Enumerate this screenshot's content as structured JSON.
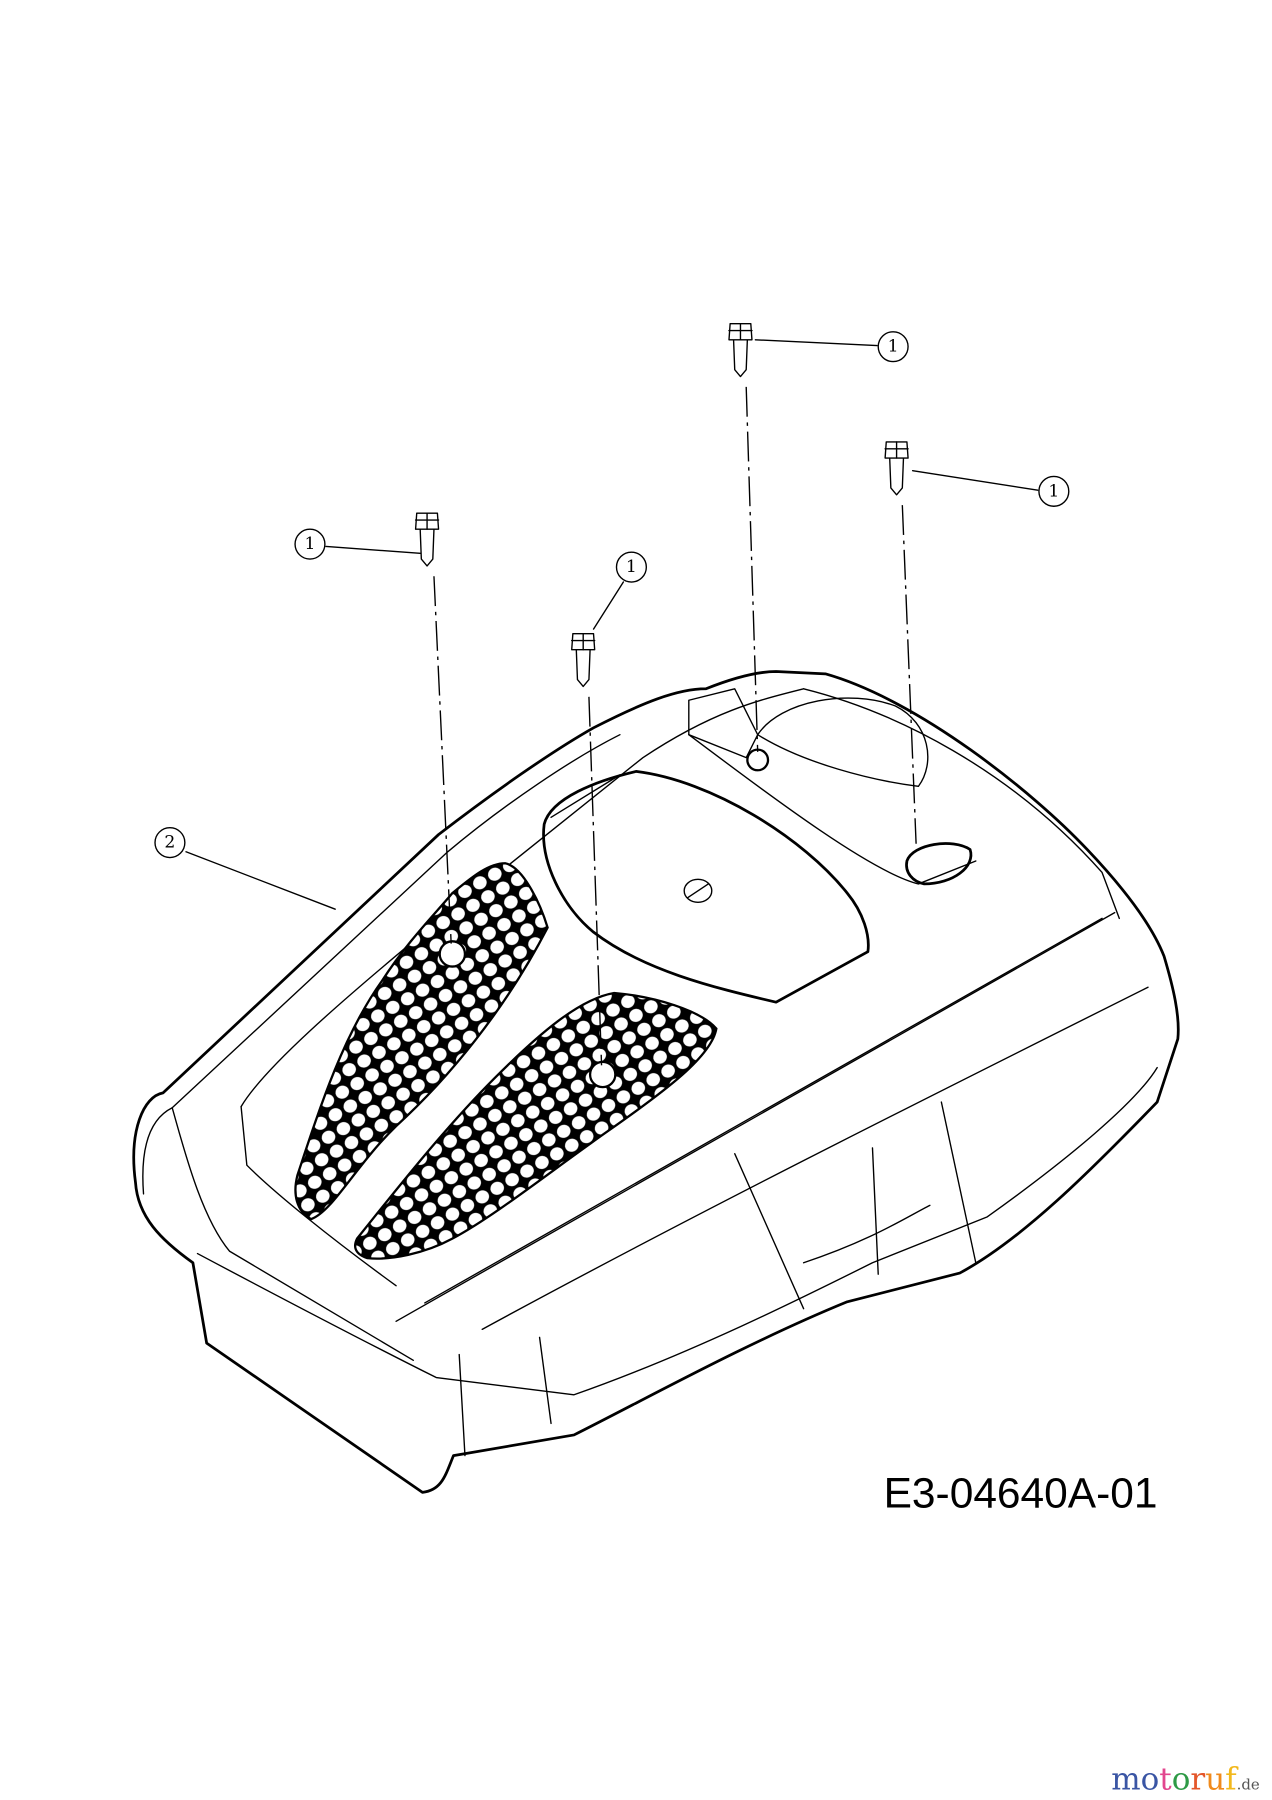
{
  "diagram": {
    "part_number": "E3-04640A-01",
    "callouts": [
      {
        "id": "screw-left",
        "label": "1"
      },
      {
        "id": "screw-center",
        "label": "1"
      },
      {
        "id": "screw-top",
        "label": "1"
      },
      {
        "id": "screw-right",
        "label": "1"
      },
      {
        "id": "engine-cover",
        "label": "2"
      }
    ]
  },
  "logo": {
    "text": "motoruf.de",
    "letters": [
      "m",
      "o",
      "t",
      "o",
      "r",
      "u",
      "f"
    ],
    "suffix": ".de",
    "colors": [
      "#3a55a4",
      "#3a55a4",
      "#e2468e",
      "#2e9a46",
      "#e4562a",
      "#f08a1c",
      "#f2b81c"
    ],
    "suffix_color": "#555555"
  }
}
